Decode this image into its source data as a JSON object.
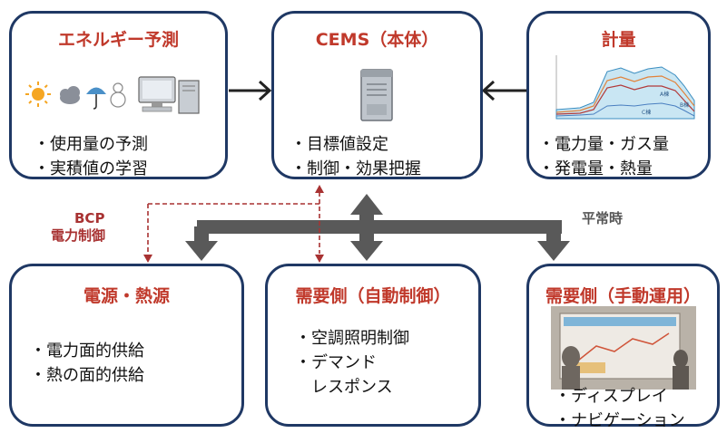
{
  "boxes": {
    "forecast": {
      "title": "エネルギー予測",
      "items": [
        "・使用量の予測",
        "・実積値の学習"
      ]
    },
    "cems": {
      "title": "CEMS（本体）",
      "items": [
        "・目標値設定",
        "・制御・効果把握"
      ]
    },
    "metering": {
      "title": "計量",
      "items": [
        "・電力量・ガス量",
        "・発電量・熱量"
      ],
      "chart_labels": [
        "A棟",
        "B棟",
        "C棟"
      ]
    },
    "power_heat": {
      "title": "電源・熱源",
      "items": [
        "・電力面的供給",
        "・熱の面的供給"
      ]
    },
    "demand_auto": {
      "title": "需要側（自動制御）",
      "items": [
        "・空調照明制御",
        "・デマンド",
        "　レスポンス"
      ]
    },
    "demand_manual": {
      "title": "需要側（手動運用）",
      "items": [
        "・ディスプレイ",
        "・ナビゲーション"
      ]
    }
  },
  "labels": {
    "bcp_line1": "BCP",
    "bcp_line2": "電力制御",
    "normal": "平常時"
  },
  "colors": {
    "border": "#1f3864",
    "title_red": "#c0392b",
    "arrow_gray": "#595959",
    "bcp_dashed": "#a83232"
  },
  "icons": [
    "sun-icon",
    "cloud-icon",
    "umbrella-icon",
    "snowman-icon",
    "computer-icon",
    "server-icon"
  ]
}
